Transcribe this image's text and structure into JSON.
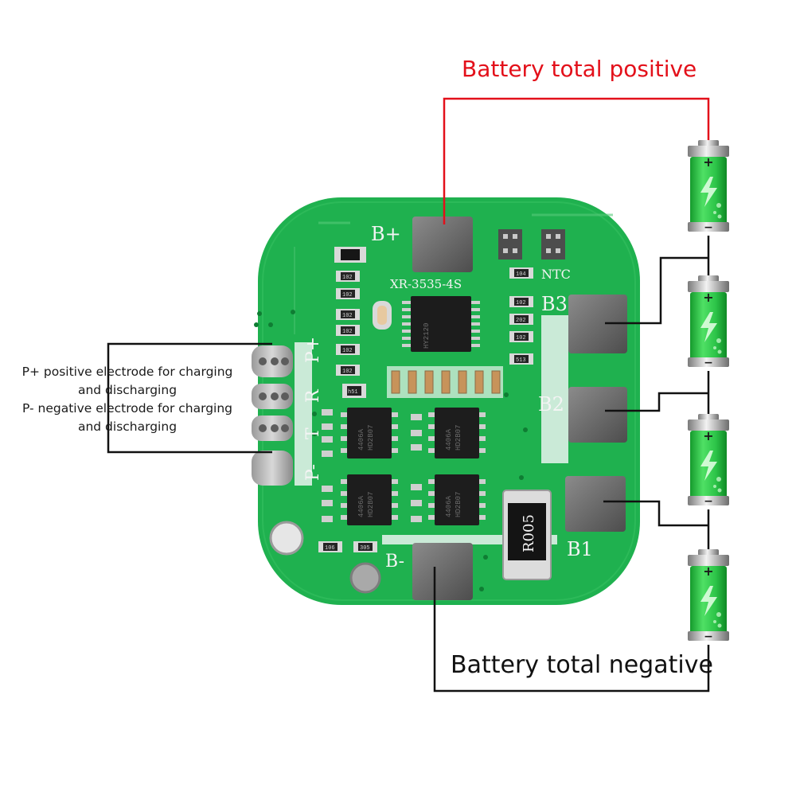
{
  "labels": {
    "battery_total_positive": "Battery total positive",
    "battery_total_negative": "Battery total negative",
    "pin_note_line1": "P+ positive electrode for charging",
    "pin_note_line2": "and discharging",
    "pin_note_line3": "P- negative electrode for charging",
    "pin_note_line4": "and discharging"
  },
  "board": {
    "model": "XR-3535-4S",
    "pads": [
      "B+",
      "B-",
      "B1",
      "B2",
      "B3",
      "NTC"
    ],
    "pins": [
      "P+",
      "R",
      "T",
      "P-"
    ],
    "shunt_marking": "R005",
    "mosfet_markings": [
      "4406A",
      "HD2B07"
    ],
    "ic_marking": "HY2120",
    "resistor_markings": [
      "102",
      "102",
      "102",
      "102",
      "102",
      "102",
      "h51",
      "104",
      "102",
      "202",
      "102",
      "513",
      "106",
      "305"
    ]
  },
  "colors": {
    "board_green": "#1fb14f",
    "positive_wire": "#e3101a",
    "negative_wire": "#111111",
    "battery_green": "#2fc94a"
  },
  "batteries": {
    "count": 4,
    "plus_symbol": "+",
    "minus_symbol": "−"
  }
}
